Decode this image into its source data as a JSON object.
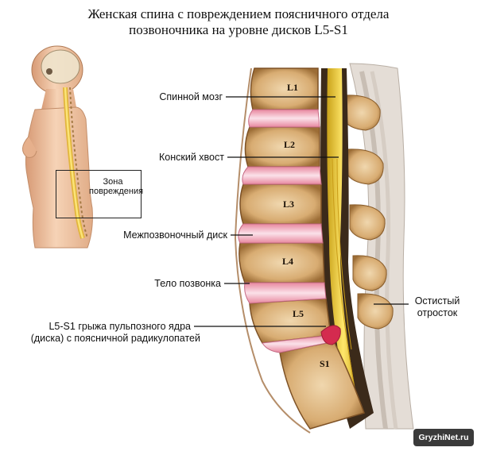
{
  "title": {
    "line1": "Женская спина с повреждением поясничного отдела",
    "line2": "позвоночника на уровне дисков L5-S1"
  },
  "labels": {
    "spinal_cord": "Спинной мозг",
    "cauda_equina": "Конский хвост",
    "disc": "Межпозвоночный диск",
    "vertebral_body": "Тело позвонка",
    "hernia_line1": "L5-S1 грыжа пульпозного ядра",
    "hernia_line2": "(диска) с поясничной радикулопатей",
    "spinous_line1": "Остистый",
    "spinous_line2": "отросток"
  },
  "zone": {
    "line1": "Зона",
    "line2": "повреждения"
  },
  "vertebrae": [
    "L1",
    "L2",
    "L3",
    "L4",
    "L5",
    "S1"
  ],
  "watermark": "GryzhiNet.ru",
  "colors": {
    "bone_outer": "#b5874d",
    "bone_inner": "#e7c79a",
    "disc": "#f3b4c6",
    "disc_core": "#fbe1e9",
    "spinal_cord": "#f2d034",
    "ligament": "#cfc6be",
    "skin": "#f2c7a3",
    "hernia": "#d42b4f"
  }
}
